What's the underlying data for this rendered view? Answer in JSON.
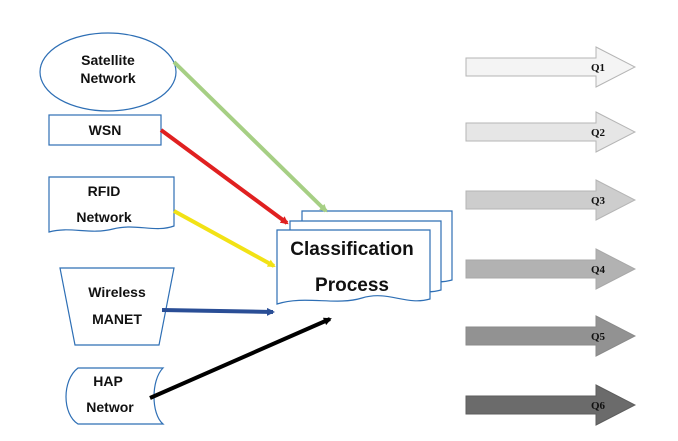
{
  "sources": [
    {
      "id": "satellite",
      "line1": "Satellite",
      "line2": "Network",
      "arrow_color": "#a6cf84"
    },
    {
      "id": "wsn",
      "line1": "WSN",
      "line2": "",
      "arrow_color": "#e02020"
    },
    {
      "id": "rfid",
      "line1": "RFID",
      "line2": "Network",
      "arrow_color": "#f2e215"
    },
    {
      "id": "wireless",
      "line1": "Wireless",
      "line2": "MANET",
      "arrow_color": "#2a4e96"
    },
    {
      "id": "hap",
      "line1": "HAP",
      "line2": "Networ",
      "arrow_color": "#000000"
    }
  ],
  "process": {
    "line1": "Classification",
    "line2": "Process"
  },
  "queues": [
    {
      "label": "Q1",
      "color": "#f4f4f4"
    },
    {
      "label": "Q2",
      "color": "#e6e6e6"
    },
    {
      "label": "Q3",
      "color": "#cdcdcd"
    },
    {
      "label": "Q4",
      "color": "#b2b2b2"
    },
    {
      "label": "Q5",
      "color": "#929292"
    },
    {
      "label": "Q6",
      "color": "#6b6b6b"
    }
  ],
  "colors": {
    "shape_stroke": "#2e6fb5"
  }
}
